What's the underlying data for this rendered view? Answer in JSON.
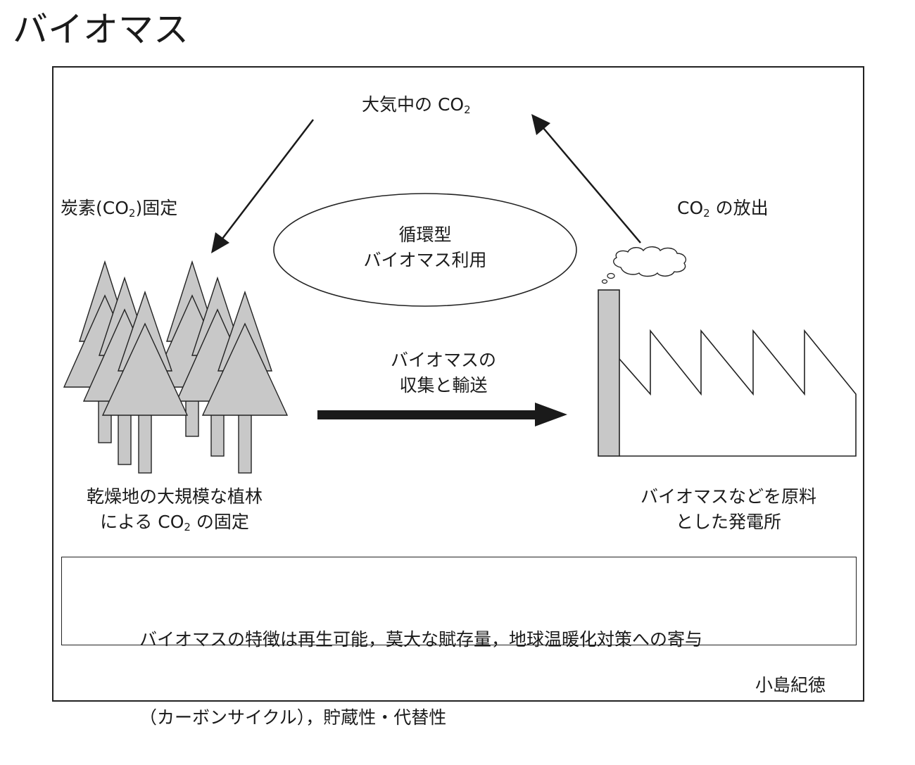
{
  "title": "バイオマス",
  "atmosphere_co2": {
    "text": "大気中の CO",
    "sub": "2"
  },
  "carbon_fixation": {
    "pre": "炭素(CO",
    "sub": "2",
    "post": ")固定"
  },
  "co2_release": {
    "pre": "CO",
    "sub": "2",
    "post": " の放出"
  },
  "cycle_label": {
    "line1": "循環型",
    "line2": "バイオマス利用"
  },
  "transport_label": {
    "line1": "バイオマスの",
    "line2": "収集と輸送"
  },
  "forest_caption": {
    "line1": "乾燥地の大規模な植林",
    "line2_pre": "による CO",
    "line2_sub": "2",
    "line2_post": " の固定"
  },
  "plant_caption": {
    "line1": "バイオマスなどを原料",
    "line2": "とした発電所"
  },
  "summary": {
    "line1": "バイオマスの特徴は再生可能，莫大な賦存量，地球温暖化対策への寄与",
    "line2": "（カーボンサイクル），貯蔵性・代替性"
  },
  "author": "小島紀徳",
  "colors": {
    "tree_fill": "#c8c8c8",
    "stroke": "#222222",
    "arrow": "#1a1a1a"
  }
}
